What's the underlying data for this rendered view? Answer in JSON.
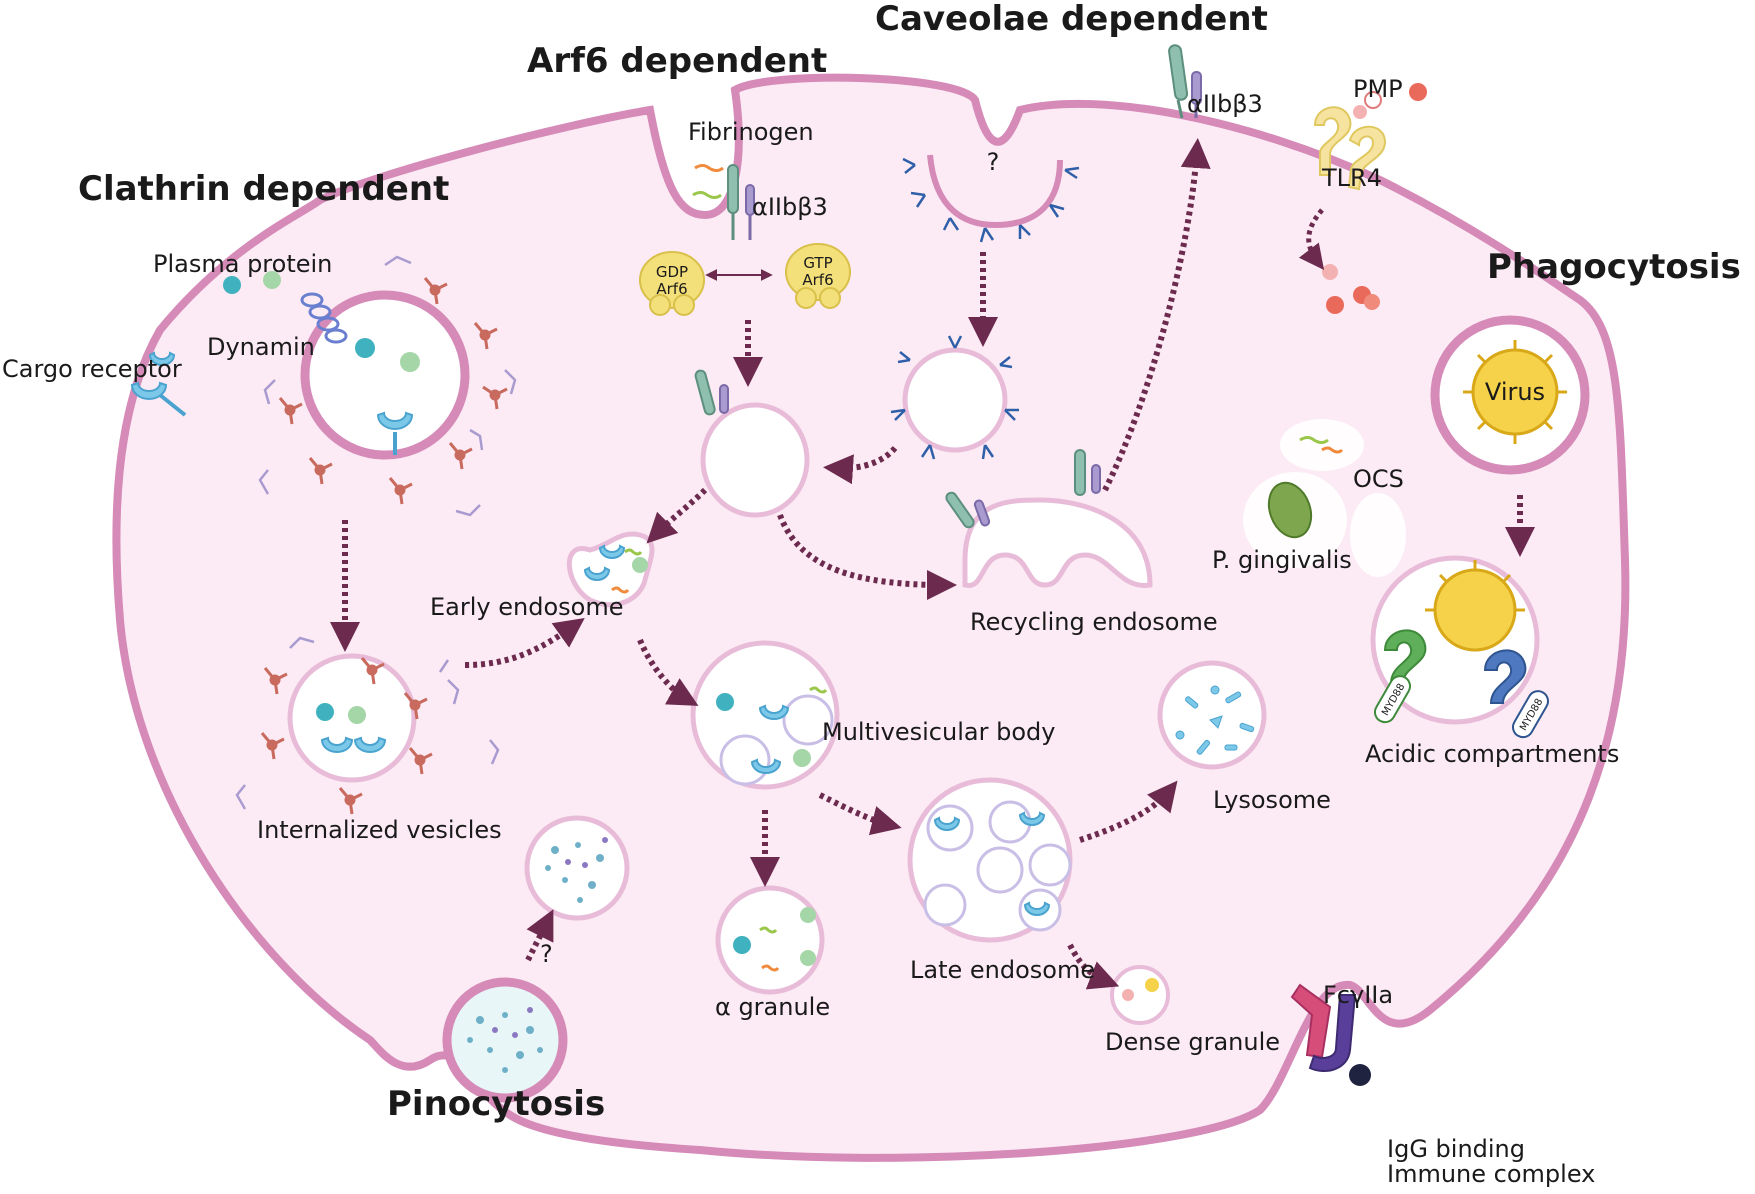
{
  "pathways": {
    "clathrin": "Clathrin dependent",
    "arf6": "Arf6 dependent",
    "caveolae": "Caveolae dependent",
    "phagocytosis": "Phagocytosis",
    "pinocytosis": "Pinocytosis"
  },
  "labels": {
    "plasma_protein": "Plasma protein",
    "dynamin": "Dynamin",
    "cargo_receptor": "Cargo receptor",
    "fibrinogen": "Fibrinogen",
    "aiib3_a": "αIIbβ3",
    "aiib3_b": "αIIbβ3",
    "pmp": "PMP",
    "tlr4": "TLR4",
    "virus": "Virus",
    "ocs": "OCS",
    "p_gingivalis": "P. gingivalis",
    "early_endosome": "Early endosome",
    "recycling_endosome": "Recycling endosome",
    "internalized_vesicles": "Internalized vesicles",
    "multivesicular_body": "Multivesicular body",
    "acidic_compartments": "Acidic compartments",
    "lysosome": "Lysosome",
    "a_granule": "α granule",
    "late_endosome": "Late endosome",
    "dense_granule": "Dense granule",
    "fcgiia": "FcγIIa",
    "igg_line1": "IgG binding",
    "igg_line2": "Immune complex",
    "q1": "?",
    "q2": "?"
  },
  "badges": {
    "gdp": "GDP",
    "gtp": "GTP",
    "arf6_a": "Arf6",
    "arf6_b": "Arf6",
    "myd88_a": "MYD88",
    "myd88_b": "MYD88"
  },
  "colors": {
    "membrane": "#d58ab8",
    "cytoplasm": "#fcebf4",
    "arrow": "#6b2a4e",
    "caveolin": "#2f5fa8",
    "receptor_blue": "#7cc8e8",
    "clathrin": "#c96a5e",
    "integrin_green": "#8fbfae",
    "integrin_purple": "#a99ad0",
    "arf6_yellow": "#f4e07a",
    "virus": "#f5d24a",
    "tlr_green": "#5fae5a",
    "tlr_blue": "#4e78c0",
    "fc_pink": "#d64d7a",
    "fc_purple": "#5a3f9a"
  }
}
